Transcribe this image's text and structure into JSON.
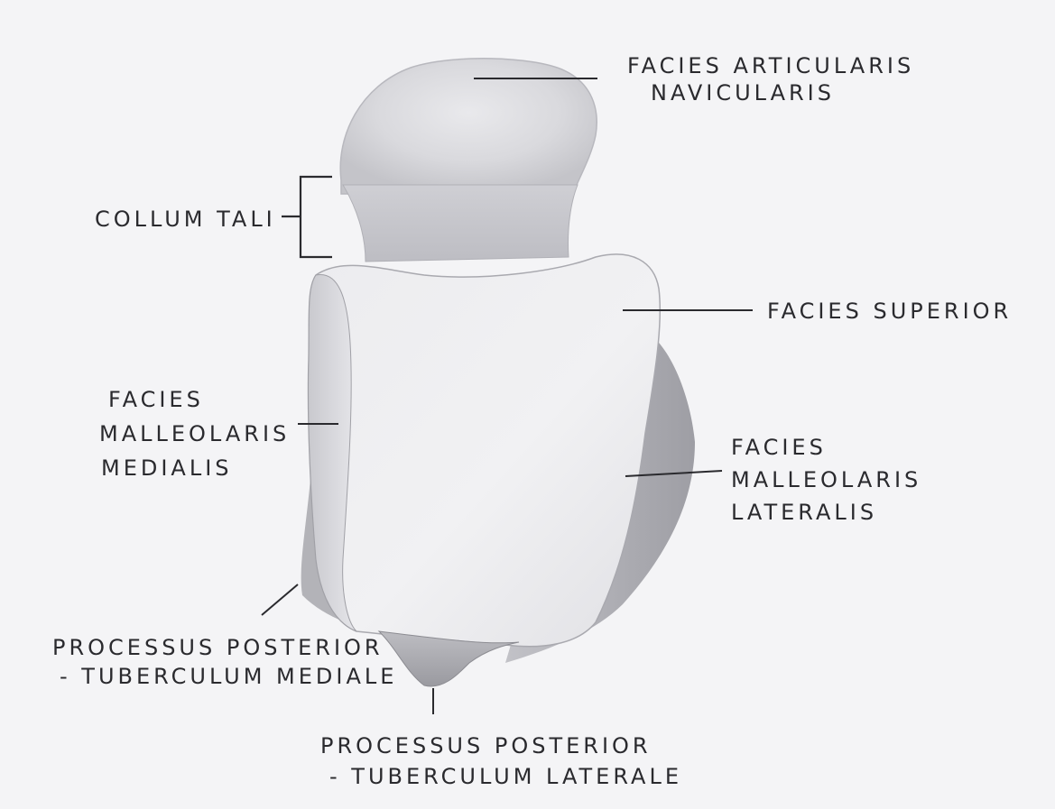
{
  "colors": {
    "paper": "#f4f4f6",
    "ink": "#2a2a2e",
    "graphite_dark": "#8c8c92",
    "graphite_light": "#d6d6da"
  },
  "labels": {
    "facies_articularis_navicularis": [
      "FACIES ARTICULARIS",
      "NAVICULARIS"
    ],
    "collum_tali": [
      "COLLUM TALI"
    ],
    "facies_superior": [
      "FACIES SUPERIOR"
    ],
    "facies_malleolaris_medialis": [
      "FACIES",
      "MALLEOLARIS",
      "MEDIALIS"
    ],
    "facies_malleolaris_lateralis": [
      "FACIES",
      "MALLEOLARIS",
      "LATERALIS"
    ],
    "tuberculum_mediale": [
      "PROCESSUS POSTERIOR",
      "- TUBERCULUM MEDIALE"
    ],
    "tuberculum_laterale": [
      "PROCESSUS POSTERIOR",
      "- TUBERCULUM LATERALE"
    ]
  }
}
